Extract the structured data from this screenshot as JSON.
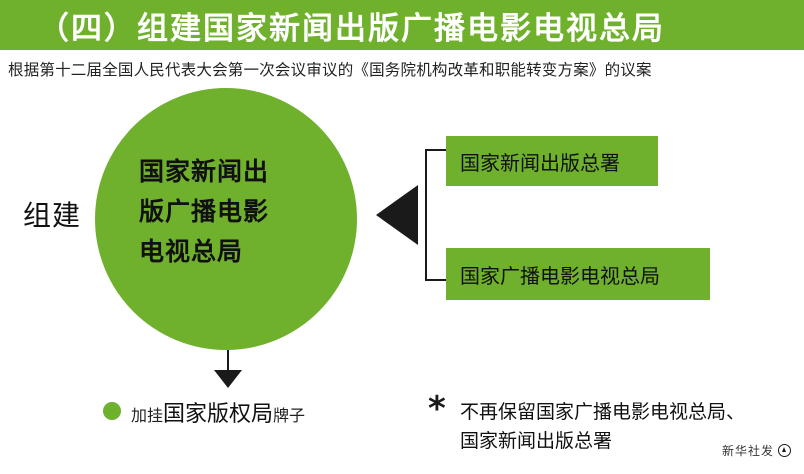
{
  "banner": {
    "title": "（四）组建国家新闻出版广播电影电视总局"
  },
  "subtitle": "根据第十二届全国人民代表大会第一次会议审议的《国务院机构改革和职能转变方案》的议案",
  "main": {
    "left_label": "组建",
    "circle_lines": [
      "国家新闻出",
      "版广播电影",
      "电视总局"
    ]
  },
  "merged_bodies": [
    "国家新闻出版总署",
    "国家广播电影电视总局"
  ],
  "plaque": {
    "prefix": "加挂",
    "name": "国家版权局",
    "suffix": "牌子"
  },
  "note": {
    "lines": [
      "不再保留国家广播电影电视总局、",
      "国家新闻出版总署"
    ]
  },
  "watermark": {
    "text": "新华社发"
  },
  "colors": {
    "accent_green": "#6fb02d",
    "dark": "#1a1a1a"
  }
}
